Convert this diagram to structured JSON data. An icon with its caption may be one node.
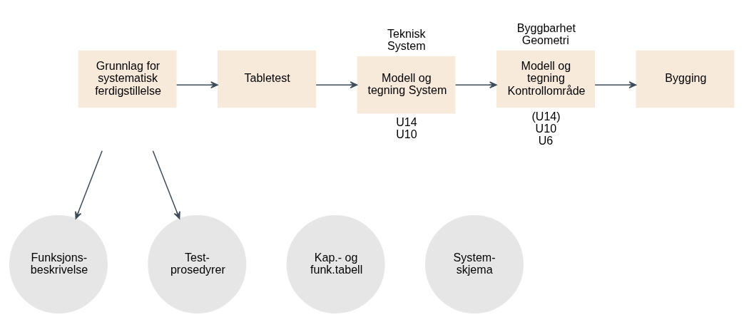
{
  "diagram": {
    "nodes": [
      {
        "text": [
          "Grunnlag for systematisk ferdigstillelse"
        ]
      },
      {
        "text": [
          "Tabletest"
        ]
      },
      {
        "text": [
          "Modell og tegning System"
        ],
        "beside": [
          "Teknisk System",
          "U14 U10"
        ]
      },
      {
        "text": [
          "Modell og tegning Kontrollområde"
        ],
        "beside": [
          "Byggbarhet Geometri",
          "(U14) U10 U6"
        ]
      },
      {
        "text": [
          "Bygging"
        ]
      },
      {
        "text": [
          "Funksjons- beskrivelse"
        ]
      },
      {
        "text": [
          "Kap.- og funk.tabell"
        ]
      },
      {
        "text": [
          "System- skjema"
        ]
      },
      {
        "text": [
          "Test- prosedyrer"
        ]
      }
    ],
    "edges": [
      {
        "from": 0,
        "to": 1,
        "arrow": "to"
      },
      {
        "from": 1,
        "to": 2,
        "arrow": "to"
      },
      {
        "from": 2,
        "to": 3,
        "arrow": "to"
      },
      {
        "from": 3,
        "to": 4,
        "arrow": "to"
      },
      {
        "from": 0,
        "to": 5,
        "arrow": "to"
      },
      {
        "from": 0,
        "to": 8,
        "arrow": "to"
      }
    ]
  }
}
